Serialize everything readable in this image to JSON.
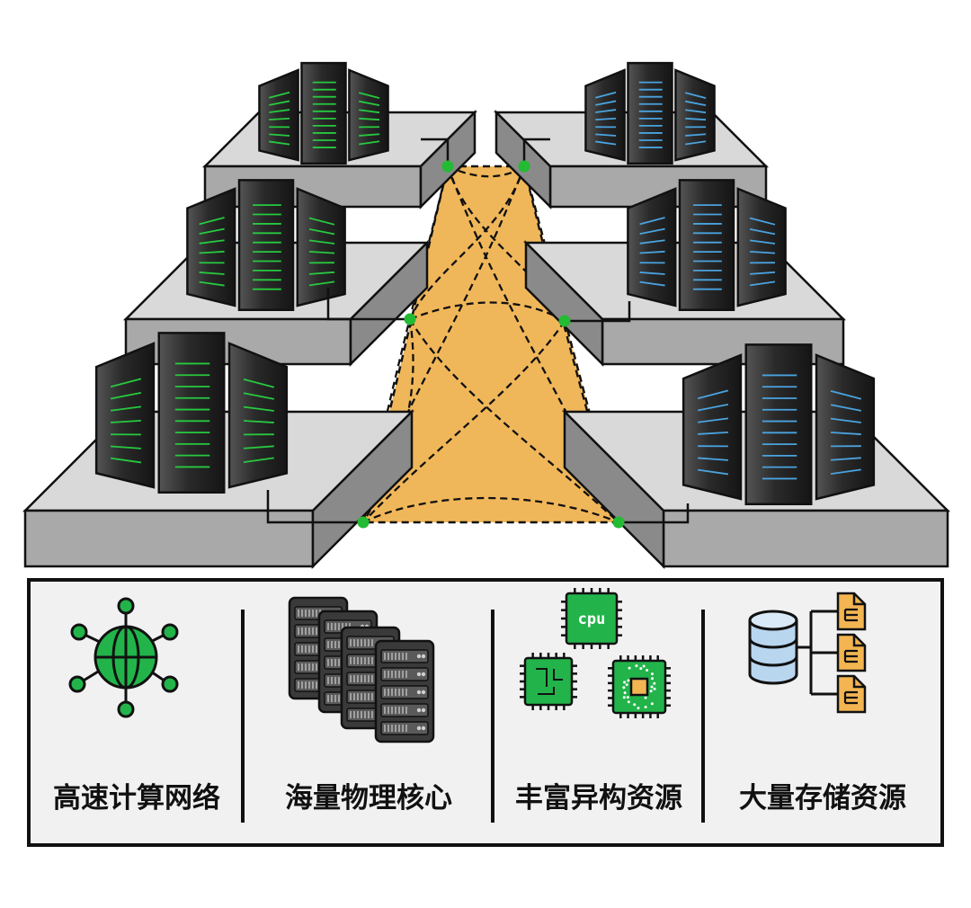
{
  "features": [
    {
      "label": "高速计算网络",
      "icon": "globe-network-icon"
    },
    {
      "label": "海量物理核心",
      "icon": "server-stack-icon"
    },
    {
      "label": "丰富异构资源",
      "icon": "cpu-chip-icon"
    },
    {
      "label": "大量存储资源",
      "icon": "database-files-icon"
    }
  ],
  "chips": {
    "cpu_text": "cpu"
  },
  "colors": {
    "left_led": "#27c93f",
    "right_led": "#4aa3df",
    "network_fill": "#f0b75a",
    "node": "#22bb33",
    "icon_green": "#22b44a",
    "file_orange": "#f2b552",
    "db_blue": "#b9d6ef",
    "platform_top": "#d9d9d9",
    "platform_side": "#a9a9a9",
    "panel_bg": "#f1f1f1"
  }
}
